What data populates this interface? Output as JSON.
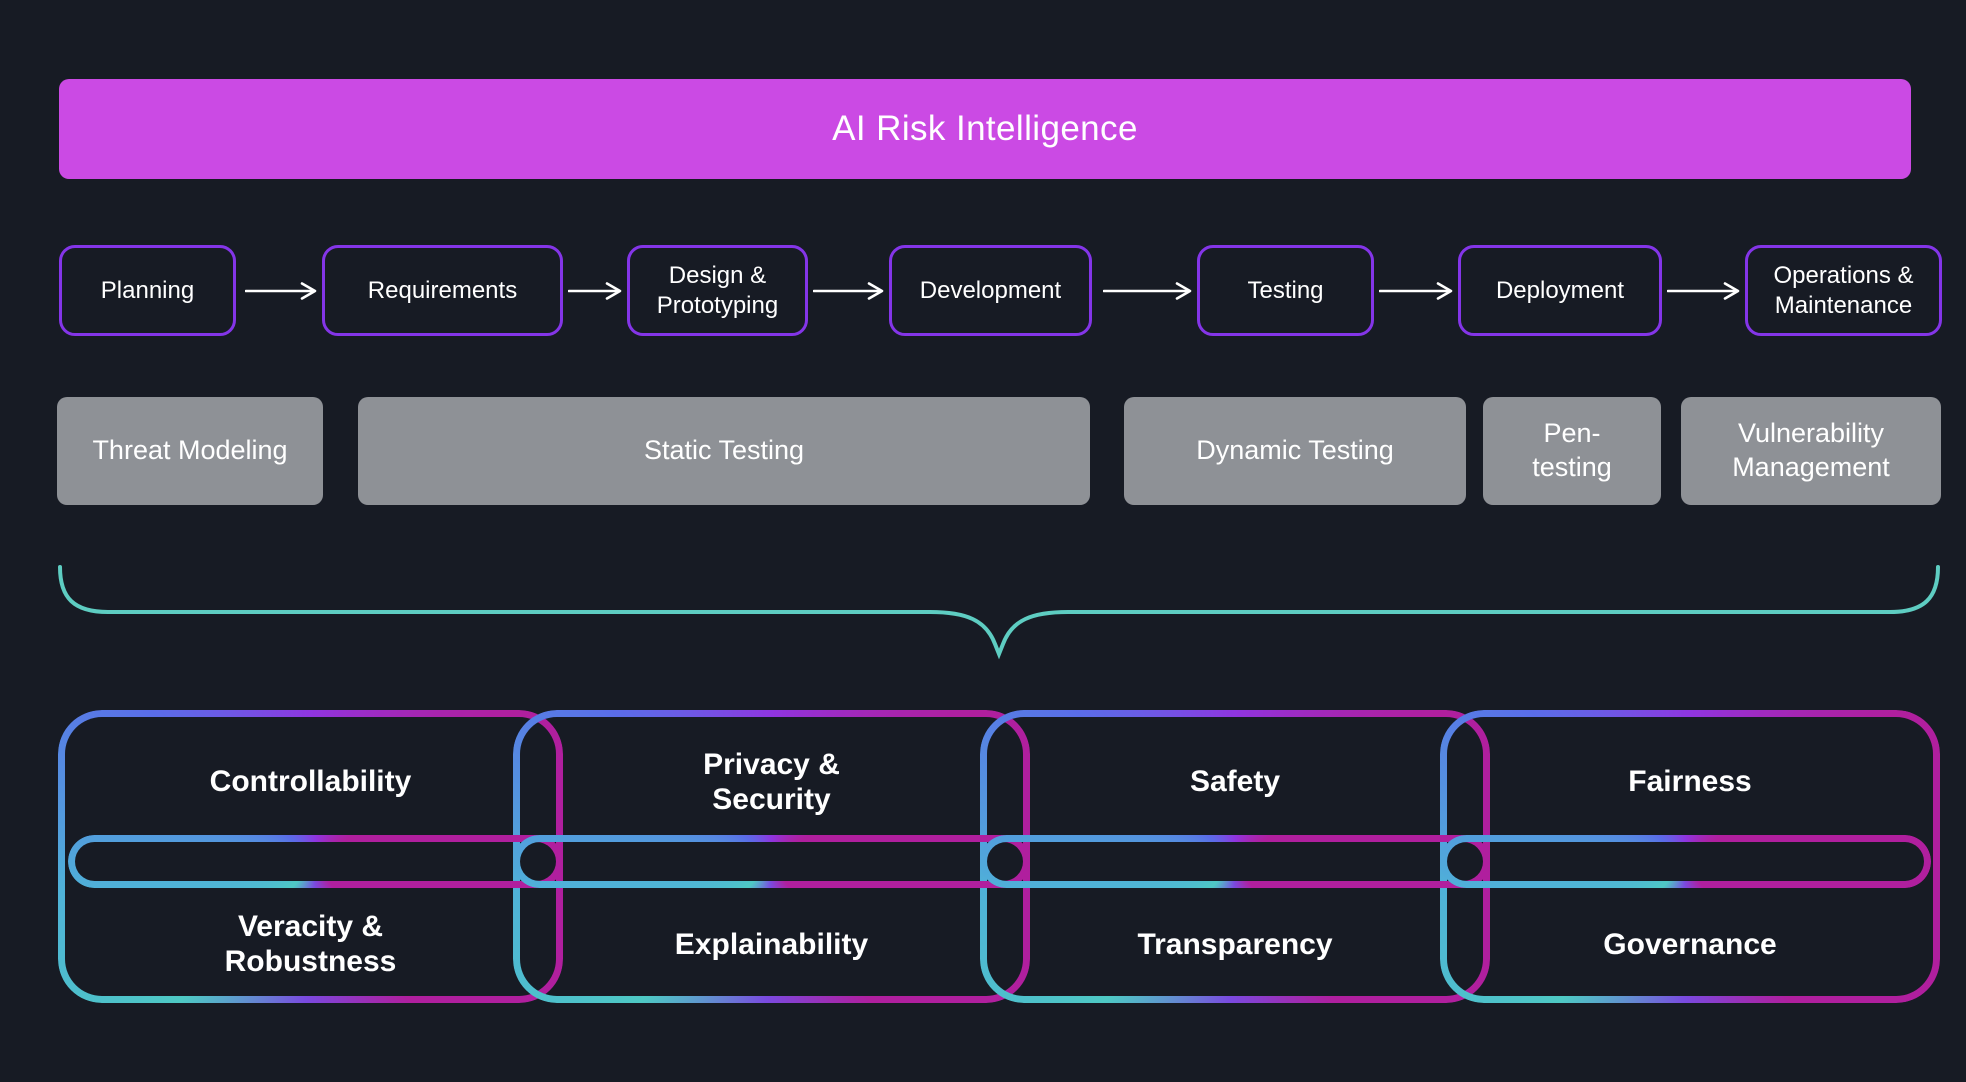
{
  "banner": {
    "title": "AI Risk Intelligence"
  },
  "pipeline": {
    "stages": [
      {
        "label": "Planning"
      },
      {
        "label": "Requirements"
      },
      {
        "label": "Design &\nPrototyping"
      },
      {
        "label": "Development"
      },
      {
        "label": "Testing"
      },
      {
        "label": "Deployment"
      },
      {
        "label": "Operations &\nMaintenance"
      }
    ]
  },
  "security_activities": [
    {
      "label": "Threat Modeling"
    },
    {
      "label": "Static Testing"
    },
    {
      "label": "Dynamic Testing"
    },
    {
      "label": "Pen-\ntesting"
    },
    {
      "label": "Vulnerability\nManagement"
    }
  ],
  "risk_dimensions": {
    "top": [
      {
        "label": "Controllability"
      },
      {
        "label": "Privacy &\nSecurity"
      },
      {
        "label": "Safety"
      },
      {
        "label": "Fairness"
      }
    ],
    "bottom": [
      {
        "label": "Veracity &\nRobustness"
      },
      {
        "label": "Explainability"
      },
      {
        "label": "Transparency"
      },
      {
        "label": "Governance"
      }
    ]
  },
  "icons": {
    "flow_arrow": "right-arrow",
    "brace": "horizontal-curly-brace"
  },
  "colors": {
    "background": "#171b24",
    "banner": "#cb4ae4",
    "stage_border": "#8435e8",
    "activity_bg": "#8e9196",
    "brace": "#5ecdc2",
    "g_blue": "#5a6de8",
    "g_teal": "#4ec9c4",
    "g_purple": "#8f35e0",
    "g_magenta": "#b01f9e"
  }
}
